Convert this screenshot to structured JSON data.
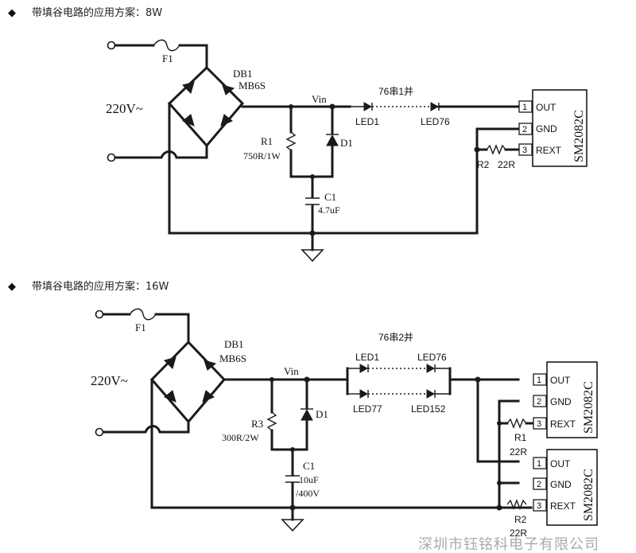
{
  "section1": {
    "bullet": "◆",
    "title": "带填谷电路的应用方案：8W",
    "fuse": "F1",
    "bridge_name": "DB1",
    "bridge_part": "MB6S",
    "input_voltage": "220V~",
    "vin": "Vin",
    "string_label": "76串1并",
    "led_first": "LED1",
    "led_last": "LED76",
    "resistor_name": "R1",
    "resistor_value": "750R/1W",
    "diode": "D1",
    "cap_name": "C1",
    "cap_value": "4.7uF",
    "ic_name": "SM2082C",
    "pins": [
      {
        "num": "1",
        "name": "OUT"
      },
      {
        "num": "2",
        "name": "GND"
      },
      {
        "num": "3",
        "name": "REXT"
      }
    ],
    "rext_name": "R2",
    "rext_value": "22R"
  },
  "section2": {
    "bullet": "◆",
    "title": "带填谷电路的应用方案：16W",
    "fuse": "F1",
    "bridge_name": "DB1",
    "bridge_part": "MB6S",
    "input_voltage": "220V~",
    "vin": "Vin",
    "string_label": "76串2并",
    "led_a_first": "LED1",
    "led_a_last": "LED76",
    "led_b_first": "LED77",
    "led_b_last": "LED152",
    "resistor_name": "R3",
    "resistor_value": "300R/2W",
    "diode": "D1",
    "cap_name": "C1",
    "cap_value": "10uF",
    "cap_voltage": "/400V",
    "ic_top": "SM2082C",
    "ic_bottom": "SM2082C",
    "pins": [
      {
        "num": "1",
        "name": "OUT"
      },
      {
        "num": "2",
        "name": "GND"
      },
      {
        "num": "3",
        "name": "REXT"
      }
    ],
    "r1_name": "R1",
    "r1_value": "22R",
    "r2_name": "R2",
    "r2_value": "22R"
  },
  "watermark": "深圳市钰铭科电子有限公司"
}
